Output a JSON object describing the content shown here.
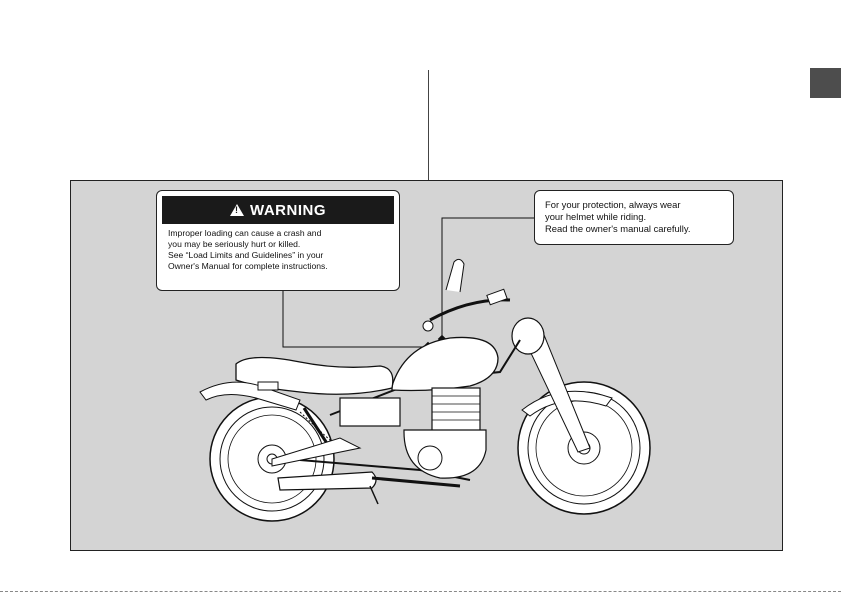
{
  "warning_label": {
    "header": "WARNING",
    "icon": "warning-triangle-icon",
    "lines": [
      "Improper loading can cause a crash and",
      "you may be seriously hurt or killed.",
      "See “Load Limits and Guidelines” in your",
      "Owner's Manual for complete instructions."
    ]
  },
  "helmet_label": {
    "lines": [
      "For your protection, always wear",
      "your helmet while riding.",
      "Read the owner's manual carefully."
    ]
  }
}
